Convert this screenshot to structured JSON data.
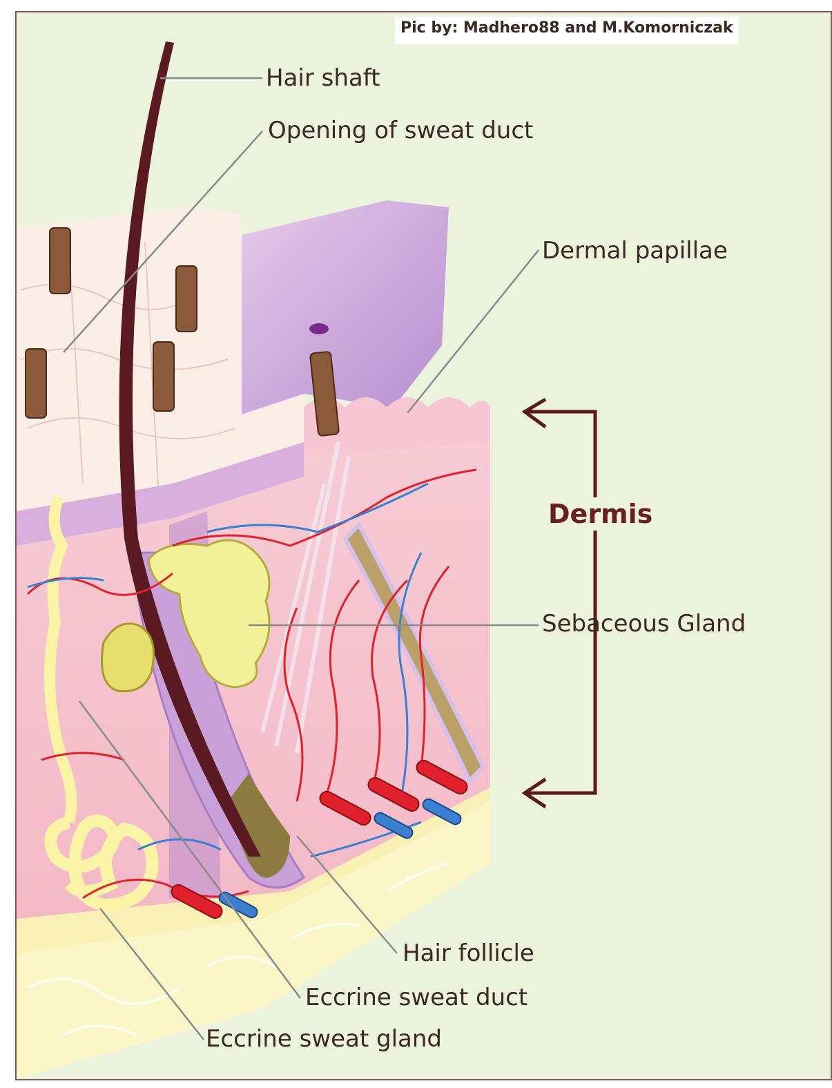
{
  "credit": "Pic by: Madhero88 and M.Komorniczak",
  "labels": {
    "hair_shaft": "Hair shaft",
    "opening_sweat_duct": "Opening of sweat duct",
    "dermal_papillae": "Dermal papillae",
    "dermis": "Dermis",
    "sebaceous_gland": "Sebaceous Gland",
    "hair_follicle": "Hair follicle",
    "eccrine_sweat_duct": "Eccrine sweat duct",
    "eccrine_sweat_gland": "Eccrine sweat gland"
  },
  "colors": {
    "background": "#ecf3dc",
    "border": "#7c5b56",
    "epidermis_surface": "#fbeee6",
    "epidermis_cut": "#c8a7d8",
    "dermis": "#f5c3cf",
    "hypodermis": "#f8f0b5",
    "hair": "#5a1a22",
    "artery": "#e0202c",
    "vein": "#3a7fd0",
    "sebaceous": "#f3f09a",
    "sweat_gland": "#fbf3a6",
    "bracket": "#5a1a1a"
  }
}
